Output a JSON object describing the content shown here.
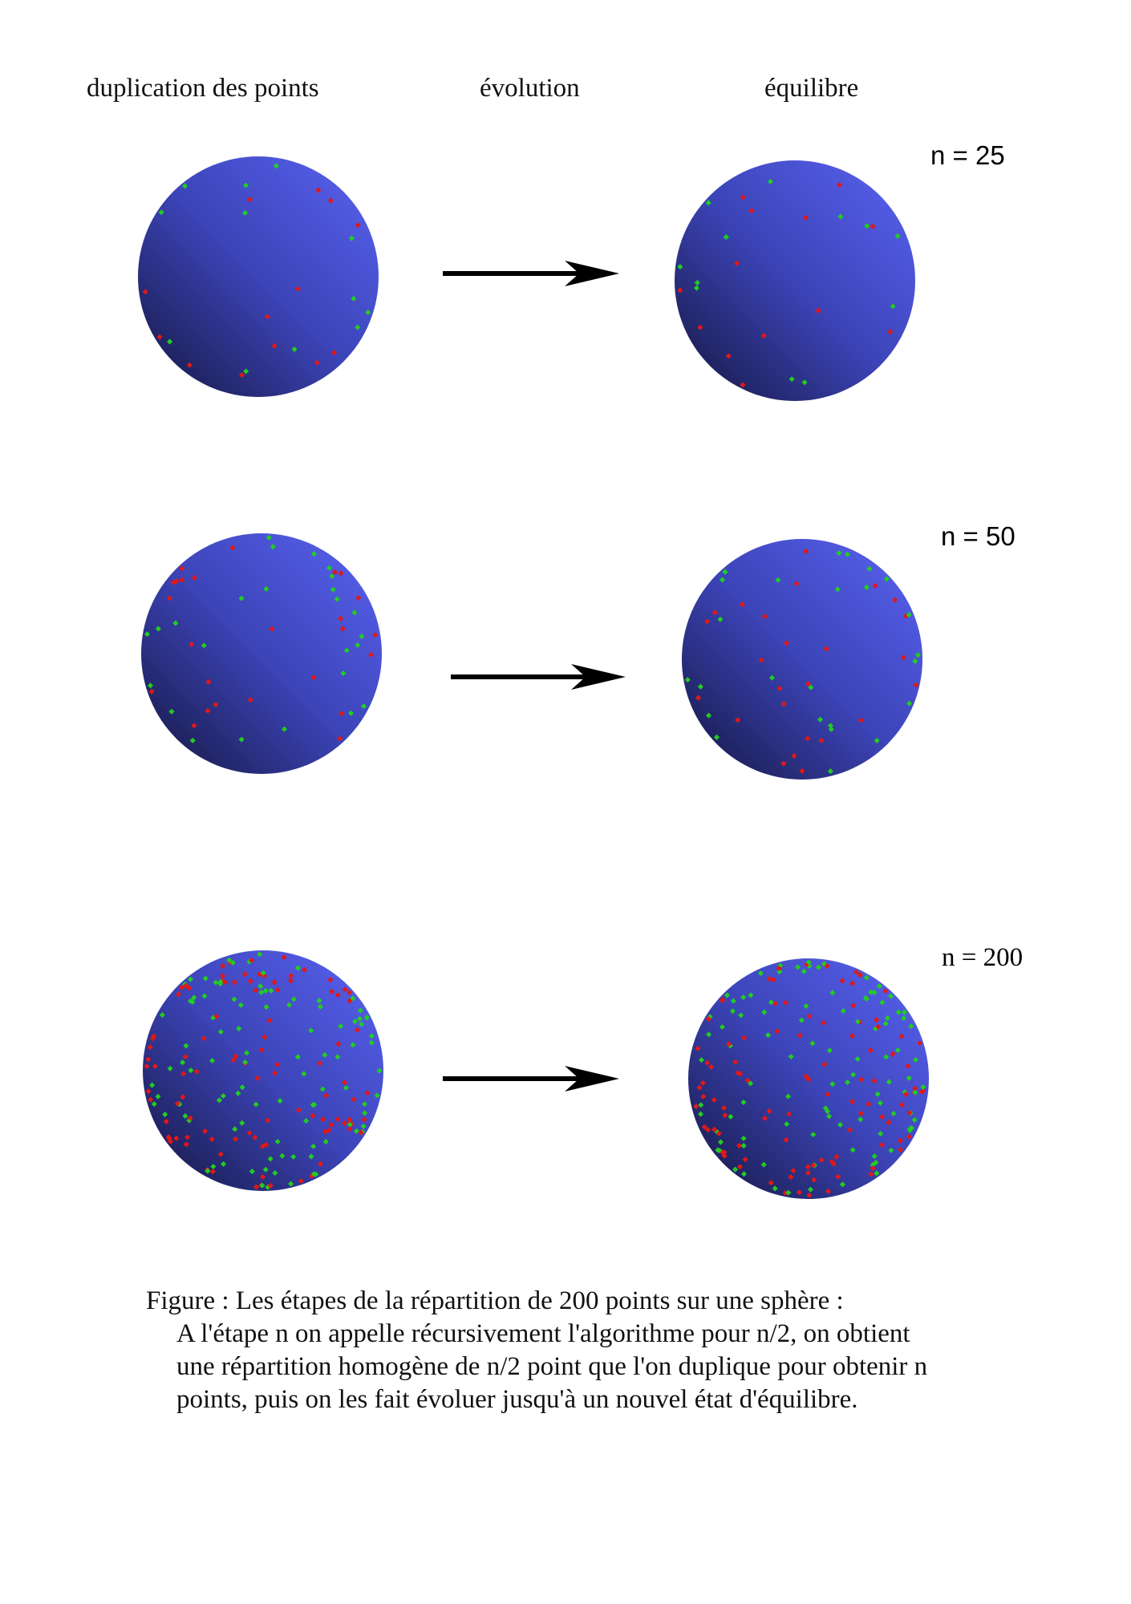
{
  "headers": {
    "duplication": "duplication des points",
    "evolution": "évolution",
    "equilibrium": "équilibre"
  },
  "rows": [
    {
      "n_label": "n = 25",
      "points": 25
    },
    {
      "n_label": "n = 50",
      "points": 50
    },
    {
      "n_label": "n = 200",
      "points": 200
    }
  ],
  "colors": {
    "sphere_light": "#5a63f2",
    "sphere_mid": "#3c44b8",
    "sphere_dark": "#14163e",
    "point_red": "#e01818",
    "point_green": "#22cc22",
    "arrow": "#000000"
  },
  "caption": {
    "line1": "Figure : Les étapes de la répartition de 200 points sur une sphère :",
    "body": "A l'étape n on appelle récursivement l'algorithme pour n/2, on obtient une répartition homogène de n/2 point que l'on duplique pour obtenir n points, puis on les fait évoluer jusqu'à un nouvel état d'équilibre."
  }
}
